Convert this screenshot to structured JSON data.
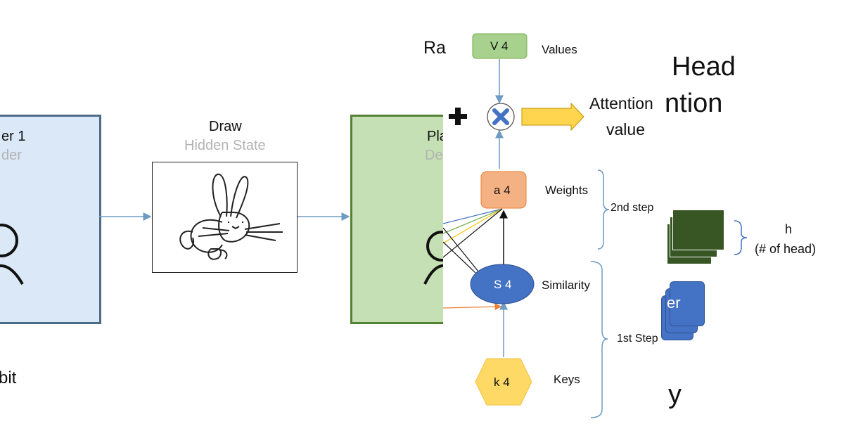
{
  "left": {
    "player1_label": "er 1",
    "player1_role": "der",
    "draw_label": "Draw",
    "hidden_state_label": "Hidden State",
    "player2_label": "Pla",
    "player2_role": "De",
    "bottom_word": "bit"
  },
  "back_slide": {
    "ra": "Ra",
    "head_word": "Head",
    "ntion_word": "ntion",
    "h_label": "h",
    "num_heads_label": "(# of head)",
    "er_label": "er",
    "y_label": "y"
  },
  "diagram": {
    "values_node": "V 4",
    "values_label": "Values",
    "attention_label_1": "Attention",
    "attention_label_2": "value",
    "weights_node": "a 4",
    "weights_label": "Weights",
    "second_step": "2nd step",
    "similarity_node": "S 4",
    "similarity_label": "Similarity",
    "first_step": "1st Step",
    "keys_node": "k 4",
    "keys_label": "Keys"
  },
  "colors": {
    "encoder_fill": "#dae8f7",
    "encoder_border": "#4e6a8a",
    "decoder_fill": "#c5e0b4",
    "decoder_border": "#548235",
    "values_fill": "#a9d18e",
    "weights_fill": "#f4b183",
    "similarity_fill": "#4472c4",
    "keys_fill": "#ffd966",
    "arrow_fill": "#ffd54f",
    "head_dark_green": "#375623",
    "head_blue": "#4472c4",
    "connector": "#6d9bc3"
  }
}
